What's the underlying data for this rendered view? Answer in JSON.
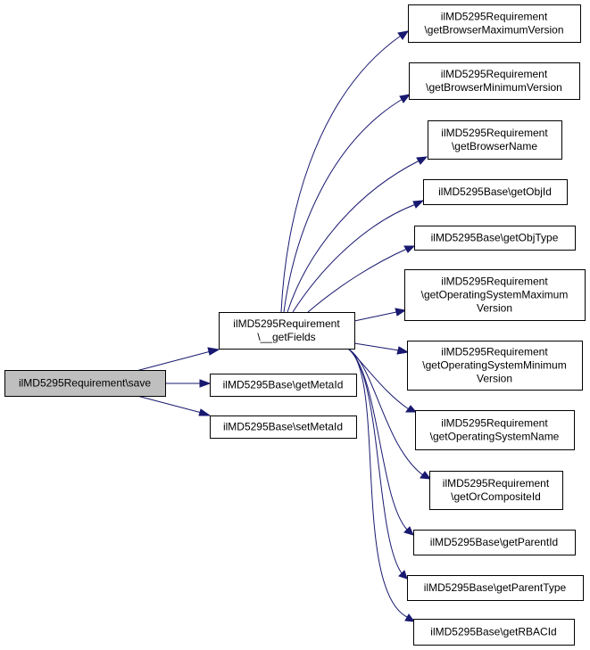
{
  "graph": {
    "node_color": "#ffffff",
    "root_color": "#bfbfbf",
    "edge_color": "#191970",
    "nodes": {
      "save": {
        "lines": [
          "ilMD5295Requirement\\save"
        ]
      },
      "getFields": {
        "lines": [
          "ilMD5295Requirement",
          "\\__getFields"
        ]
      },
      "getMetaId": {
        "lines": [
          "ilMD5295Base\\getMetaId"
        ]
      },
      "setMetaId": {
        "lines": [
          "ilMD5295Base\\setMetaId"
        ]
      },
      "getBrowserMaximumVersion": {
        "lines": [
          "ilMD5295Requirement",
          "\\getBrowserMaximumVersion"
        ]
      },
      "getBrowserMinimumVersion": {
        "lines": [
          "ilMD5295Requirement",
          "\\getBrowserMinimumVersion"
        ]
      },
      "getBrowserName": {
        "lines": [
          "ilMD5295Requirement",
          "\\getBrowserName"
        ]
      },
      "getObjId": {
        "lines": [
          "ilMD5295Base\\getObjId"
        ]
      },
      "getObjType": {
        "lines": [
          "ilMD5295Base\\getObjType"
        ]
      },
      "getOperatingSystemMaximumVersion": {
        "lines": [
          "ilMD5295Requirement",
          "\\getOperatingSystemMaximum",
          "Version"
        ]
      },
      "getOperatingSystemMinimumVersion": {
        "lines": [
          "ilMD5295Requirement",
          "\\getOperatingSystemMinimum",
          "Version"
        ]
      },
      "getOperatingSystemName": {
        "lines": [
          "ilMD5295Requirement",
          "\\getOperatingSystemName"
        ]
      },
      "getOrCompositeId": {
        "lines": [
          "ilMD5295Requirement",
          "\\getOrCompositeId"
        ]
      },
      "getParentId": {
        "lines": [
          "ilMD5295Base\\getParentId"
        ]
      },
      "getParentType": {
        "lines": [
          "ilMD5295Base\\getParentType"
        ]
      },
      "getRBACId": {
        "lines": [
          "ilMD5295Base\\getRBACId"
        ]
      }
    },
    "edges": [
      [
        "save",
        "getFields"
      ],
      [
        "save",
        "getMetaId"
      ],
      [
        "save",
        "setMetaId"
      ],
      [
        "getFields",
        "getBrowserMaximumVersion"
      ],
      [
        "getFields",
        "getBrowserMinimumVersion"
      ],
      [
        "getFields",
        "getBrowserName"
      ],
      [
        "getFields",
        "getObjId"
      ],
      [
        "getFields",
        "getObjType"
      ],
      [
        "getFields",
        "getOperatingSystemMaximumVersion"
      ],
      [
        "getFields",
        "getOperatingSystemMinimumVersion"
      ],
      [
        "getFields",
        "getOperatingSystemName"
      ],
      [
        "getFields",
        "getOrCompositeId"
      ],
      [
        "getFields",
        "getParentId"
      ],
      [
        "getFields",
        "getParentType"
      ],
      [
        "getFields",
        "getRBACId"
      ]
    ]
  }
}
